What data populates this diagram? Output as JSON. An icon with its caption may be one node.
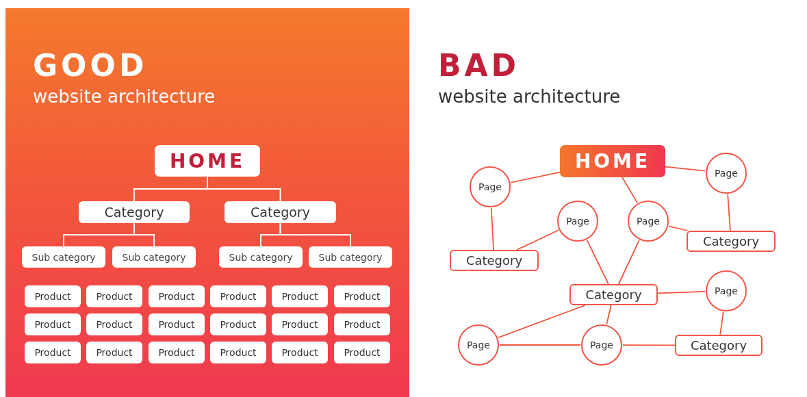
{
  "diagram": {
    "nodes": [
      {
        "text": [
          "HOME"
        ]
      },
      {
        "text": [
          "Category"
        ]
      },
      {
        "text": [
          "Category"
        ]
      },
      {
        "text": [
          "Sub category"
        ]
      },
      {
        "text": [
          "Sub category"
        ]
      },
      {
        "text": [
          "Sub category"
        ]
      },
      {
        "text": [
          "Sub category"
        ]
      },
      {
        "text": [
          "Product"
        ]
      },
      {
        "text": [
          "Product"
        ]
      },
      {
        "text": [
          "Product"
        ]
      },
      {
        "text": [
          "Product"
        ]
      },
      {
        "text": [
          "Product"
        ]
      },
      {
        "text": [
          "Product"
        ]
      },
      {
        "text": [
          "Product"
        ]
      },
      {
        "text": [
          "Product"
        ]
      },
      {
        "text": [
          "Product"
        ]
      },
      {
        "text": [
          "Product"
        ]
      },
      {
        "text": [
          "Product"
        ]
      },
      {
        "text": [
          "Product"
        ]
      },
      {
        "text": [
          "Product"
        ]
      },
      {
        "text": [
          "Product"
        ]
      },
      {
        "text": [
          "Product"
        ]
      },
      {
        "text": [
          "Product"
        ]
      },
      {
        "text": [
          "Product"
        ]
      },
      {
        "text": [
          "Product"
        ]
      },
      {
        "text": [
          "HOME"
        ]
      },
      {
        "text": [
          "Page"
        ]
      },
      {
        "text": [
          "Page"
        ]
      },
      {
        "text": [
          "Page"
        ]
      },
      {
        "text": [
          "Page"
        ]
      },
      {
        "text": [
          "Category"
        ]
      },
      {
        "text": [
          "Category"
        ]
      },
      {
        "text": [
          "Page"
        ]
      },
      {
        "text": [
          "Category"
        ]
      },
      {
        "text": [
          "Page"
        ]
      },
      {
        "text": [
          "Page"
        ]
      },
      {
        "text": [
          "Category"
        ]
      }
    ],
    "edges": [
      {
        "from": 0,
        "to": 1,
        "arrow": "none",
        "color": "#ffffff"
      },
      {
        "from": 0,
        "to": 2,
        "arrow": "none",
        "color": "#ffffff"
      },
      {
        "from": 1,
        "to": 3,
        "arrow": "none",
        "color": "#ffffff"
      },
      {
        "from": 1,
        "to": 4,
        "arrow": "none",
        "color": "#ffffff"
      },
      {
        "from": 2,
        "to": 5,
        "arrow": "none",
        "color": "#ffffff"
      },
      {
        "from": 2,
        "to": 6,
        "arrow": "none",
        "color": "#ffffff"
      },
      {
        "from": 25,
        "to": 26,
        "arrow": "none"
      },
      {
        "from": 25,
        "to": 27,
        "arrow": "none"
      },
      {
        "from": 25,
        "to": 29,
        "arrow": "none"
      },
      {
        "from": 26,
        "to": 31,
        "arrow": "none"
      },
      {
        "from": 28,
        "to": 31,
        "arrow": "none"
      },
      {
        "from": 27,
        "to": 30,
        "arrow": "none"
      },
      {
        "from": 29,
        "to": 30,
        "arrow": "none"
      },
      {
        "from": 28,
        "to": 33,
        "arrow": "none"
      },
      {
        "from": 29,
        "to": 33,
        "arrow": "none"
      },
      {
        "from": 33,
        "to": 32,
        "arrow": "none"
      },
      {
        "from": 33,
        "to": 34,
        "arrow": "none"
      },
      {
        "from": 33,
        "to": 35,
        "arrow": "none"
      },
      {
        "from": 34,
        "to": 35,
        "arrow": "none"
      },
      {
        "from": 35,
        "to": 36,
        "arrow": "none"
      },
      {
        "from": 32,
        "to": 36,
        "arrow": "none"
      }
    ],
    "labels": [
      "GOOD",
      "website architecture",
      "BAD",
      "website architecture"
    ]
  }
}
